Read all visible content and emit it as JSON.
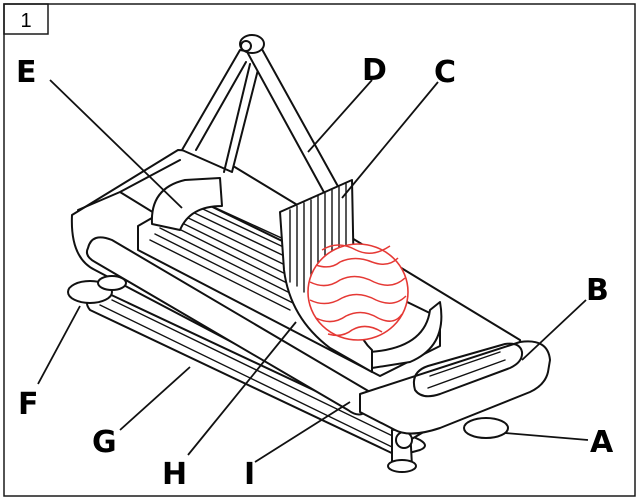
{
  "figure": {
    "number": "1"
  },
  "labels": {
    "A": "A",
    "B": "B",
    "C": "C",
    "D": "D",
    "E": "E",
    "F": "F",
    "G": "G",
    "H": "H",
    "I": "I"
  },
  "colors": {
    "line": "#111111",
    "tomato": "#e53935",
    "background": "#ffffff"
  }
}
